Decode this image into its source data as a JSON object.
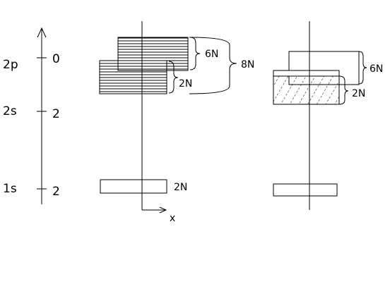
{
  "levels": [
    {
      "orbital": "2p",
      "occupancy": "0"
    },
    {
      "orbital": "2s",
      "occupancy": "2"
    },
    {
      "orbital": "1s",
      "occupancy": "2"
    }
  ],
  "left_diagram": {
    "brace_2p": "6N",
    "brace_2s": "2N",
    "brace_total": "8N",
    "label_1s": "2N",
    "axis_label": "x"
  },
  "right_diagram": {
    "brace_2p": "6N",
    "brace_2s": "2N"
  }
}
